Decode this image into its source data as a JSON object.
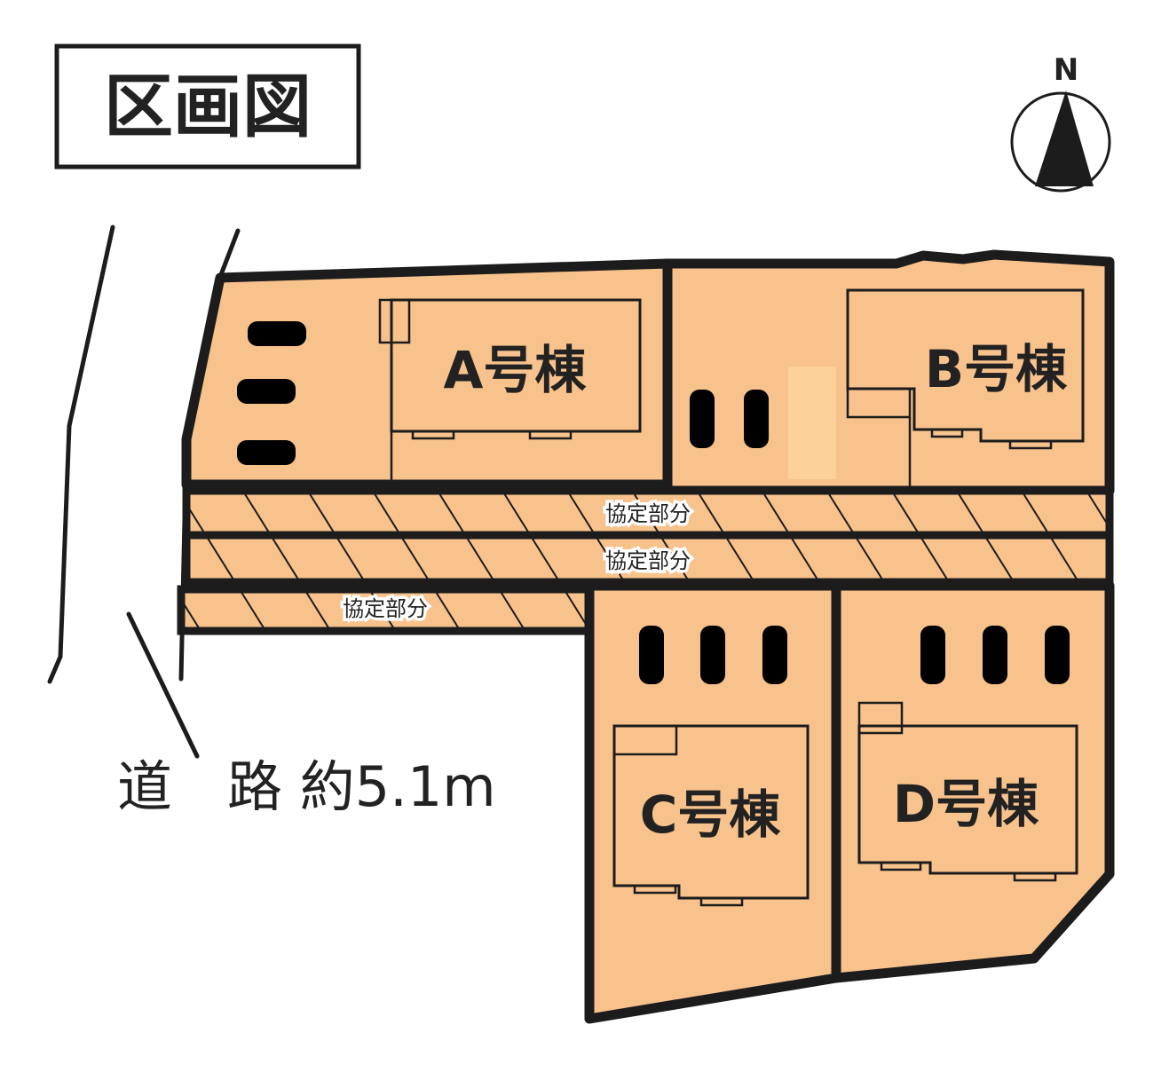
{
  "title": "区画図",
  "north_label": "N",
  "road_label": "道　路 約5.1m",
  "lots": [
    {
      "id": "A",
      "label": "A号棟"
    },
    {
      "id": "B",
      "label": "B号棟"
    },
    {
      "id": "C",
      "label": "C号棟"
    },
    {
      "id": "D",
      "label": "D号棟"
    }
  ],
  "agreement_strips": [
    {
      "label": "協定部分"
    },
    {
      "label": "協定部分"
    },
    {
      "label": "協定部分"
    }
  ],
  "colors": {
    "lot_fill": "#f8c28c",
    "line": "#1c1c1c",
    "marker_fill": "#fcd29a"
  },
  "icons": {
    "north_arrow": "compass-north-arrow-icon",
    "parking": "car-top-view-icon"
  }
}
